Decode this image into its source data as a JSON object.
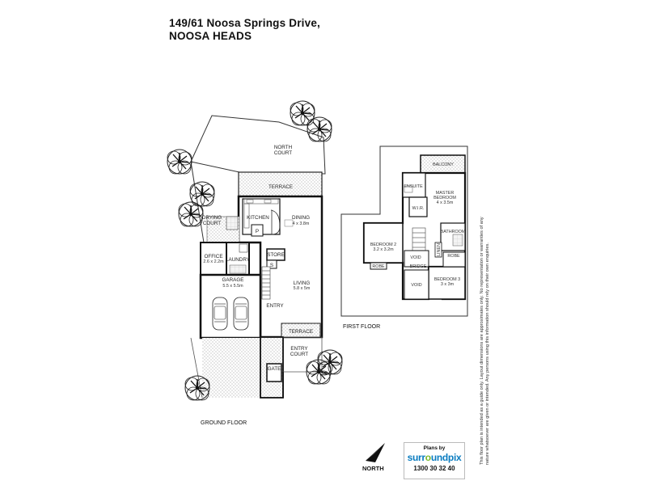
{
  "address": {
    "line1": "149/61 Noosa Springs Drive,",
    "line2": "NOOSA HEADS"
  },
  "ground_floor": {
    "title": "GROUND FLOOR",
    "rooms": {
      "north_court": "NORTH COURT",
      "terrace_top": "TERRACE",
      "kitchen": "KITCHEN",
      "dining": "DINING",
      "dining_dim": "4 x 3.8m",
      "drying_court": "DRYING COURT",
      "pantry": "P",
      "store": "STORE",
      "s": "S",
      "office": "OFFICE",
      "office_dim": "2.6 x 2.2m",
      "laundry": "LAUNDRY",
      "garage": "GARAGE",
      "garage_dim": "5.5 x 5.5m",
      "living": "LIVING",
      "living_dim": "5.8 x 5m",
      "entry": "ENTRY",
      "terrace_bottom": "TERRACE",
      "entry_court": "ENTRY COURT",
      "gate": "GATE"
    }
  },
  "first_floor": {
    "title": "FIRST FLOOR",
    "rooms": {
      "balcony": "BALCONY",
      "ensuite": "ENSUITE",
      "master": "MASTER BEDROOM",
      "master_dim": "4 x 3.5m",
      "wir": "W.I.R.",
      "bathroom": "BATHROOM",
      "bedroom2": "BEDROOM 2",
      "bedroom2_dim": "3.2 x 3.2m",
      "void1": "VOID",
      "robe1": "ROBE",
      "bridge": "BRIDGE",
      "void2": "VOID",
      "bedroom3": "BEDROOM 3",
      "bedroom3_dim": "3 x 3m",
      "robe2": "ROBE",
      "linen": "LINEN"
    }
  },
  "north": "NORTH",
  "logo": {
    "plans_by": "Plans by",
    "brand_a": "surr",
    "brand_dot": "o",
    "brand_b": "undpix",
    "phone": "1300 30 32 40"
  },
  "disclaimer": "This floor plan is intended as a guide only. Layout dimensions are approximates only. No representation or warranties of any nature whatsoever are given or intended. Any persons using this information should rely on their own enquiries."
}
